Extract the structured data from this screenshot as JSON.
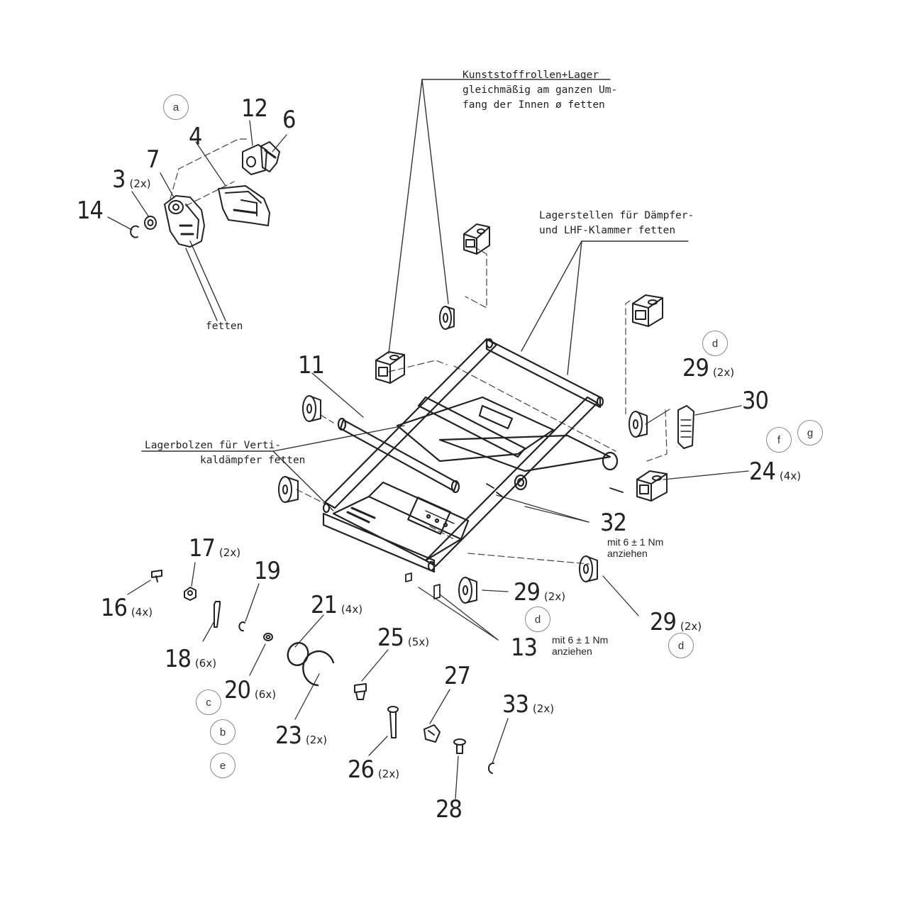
{
  "notes": {
    "kunststoff": [
      "Kunststoffrollen+Lager",
      "gleichmäßig am ganzen Um-",
      "fang der Innen  ø fetten"
    ],
    "lagerstellen": [
      "Lagerstellen für Dämpfer-",
      "und LHF-Klammer fetten"
    ],
    "lagerbolzen": [
      "Lagerbolzen für Verti-",
      "kaldämpfer fetten"
    ],
    "fetten": "fetten",
    "torque_32": [
      "mit 6 ± 1 Nm",
      "anziehen"
    ],
    "torque_13": [
      "mit 6 ± 1 Nm",
      "anziehen"
    ]
  },
  "parts": {
    "p3": {
      "num": "3",
      "qty": "(2x)"
    },
    "p4": {
      "num": "4"
    },
    "p6": {
      "num": "6"
    },
    "p7": {
      "num": "7"
    },
    "p11": {
      "num": "11"
    },
    "p12": {
      "num": "12"
    },
    "p13": {
      "num": "13"
    },
    "p14": {
      "num": "14"
    },
    "p16": {
      "num": "16",
      "qty": "(4x)"
    },
    "p17": {
      "num": "17",
      "qty": "(2x)"
    },
    "p18": {
      "num": "18",
      "qty": "(6x)"
    },
    "p19": {
      "num": "19"
    },
    "p20": {
      "num": "20",
      "qty": "(6x)"
    },
    "p21": {
      "num": "21",
      "qty": "(4x)"
    },
    "p23": {
      "num": "23",
      "qty": "(2x)"
    },
    "p24": {
      "num": "24",
      "qty": "(4x)"
    },
    "p25": {
      "num": "25",
      "qty": "(5x)"
    },
    "p26": {
      "num": "26",
      "qty": "(2x)"
    },
    "p27": {
      "num": "27"
    },
    "p28": {
      "num": "28"
    },
    "p29a": {
      "num": "29",
      "qty": "(2x)"
    },
    "p29b": {
      "num": "29",
      "qty": "(2x)"
    },
    "p29c": {
      "num": "29",
      "qty": "(2x)"
    },
    "p30": {
      "num": "30"
    },
    "p32": {
      "num": "32"
    },
    "p33": {
      "num": "33",
      "qty": "(2x)"
    }
  },
  "circles": {
    "a": "a",
    "b": "b",
    "c": "c",
    "d1": "d",
    "d2": "d",
    "d3": "d",
    "e": "e",
    "f": "f",
    "g": "g"
  }
}
